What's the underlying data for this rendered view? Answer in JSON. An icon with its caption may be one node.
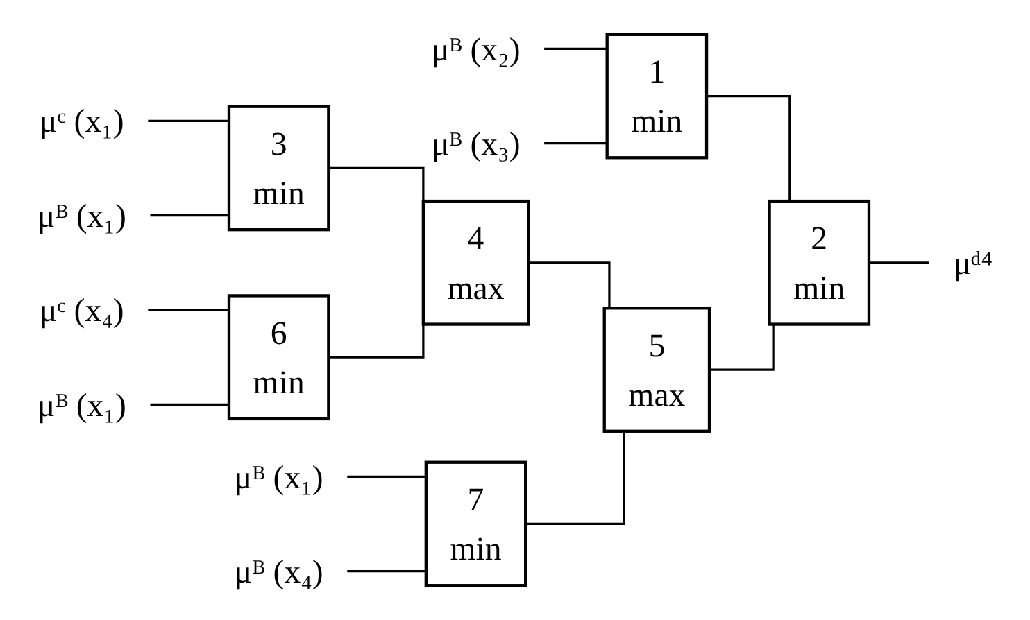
{
  "diagram": {
    "nodes": [
      {
        "text": [
          "μᴮ (x₂)"
        ]
      },
      {
        "text": [
          "μᴮ (x₃)"
        ]
      },
      {
        "text": [
          "1",
          "min"
        ]
      },
      {
        "text": [
          "μᶜ (x₁)"
        ]
      },
      {
        "text": [
          "μᴮ (x₁)"
        ]
      },
      {
        "text": [
          "3",
          "min"
        ]
      },
      {
        "text": [
          "μᶜ (x₄)"
        ]
      },
      {
        "text": [
          "μᴮ (x₁)"
        ]
      },
      {
        "text": [
          "6",
          "min"
        ]
      },
      {
        "text": [
          "4",
          "max"
        ]
      },
      {
        "text": [
          "μᴮ (x₁)"
        ]
      },
      {
        "text": [
          "μᴮ (x₄)"
        ]
      },
      {
        "text": [
          "7",
          "min"
        ]
      },
      {
        "text": [
          "5",
          "max"
        ]
      },
      {
        "text": [
          "2",
          "min"
        ]
      },
      {
        "text": [
          "μᵈ⁴"
        ]
      }
    ],
    "edges": [
      {
        "from": 0,
        "to": 2,
        "arrow": "none"
      },
      {
        "from": 1,
        "to": 2,
        "arrow": "none"
      },
      {
        "from": 3,
        "to": 5,
        "arrow": "none"
      },
      {
        "from": 4,
        "to": 5,
        "arrow": "none"
      },
      {
        "from": 6,
        "to": 8,
        "arrow": "none"
      },
      {
        "from": 7,
        "to": 8,
        "arrow": "none"
      },
      {
        "from": 5,
        "to": 9,
        "arrow": "none"
      },
      {
        "from": 8,
        "to": 9,
        "arrow": "none"
      },
      {
        "from": 10,
        "to": 12,
        "arrow": "none"
      },
      {
        "from": 11,
        "to": 12,
        "arrow": "none"
      },
      {
        "from": 9,
        "to": 13,
        "arrow": "none"
      },
      {
        "from": 12,
        "to": 13,
        "arrow": "none"
      },
      {
        "from": 2,
        "to": 14,
        "arrow": "none"
      },
      {
        "from": 13,
        "to": 14,
        "arrow": "none"
      },
      {
        "from": 14,
        "to": 15,
        "arrow": "none"
      }
    ]
  }
}
